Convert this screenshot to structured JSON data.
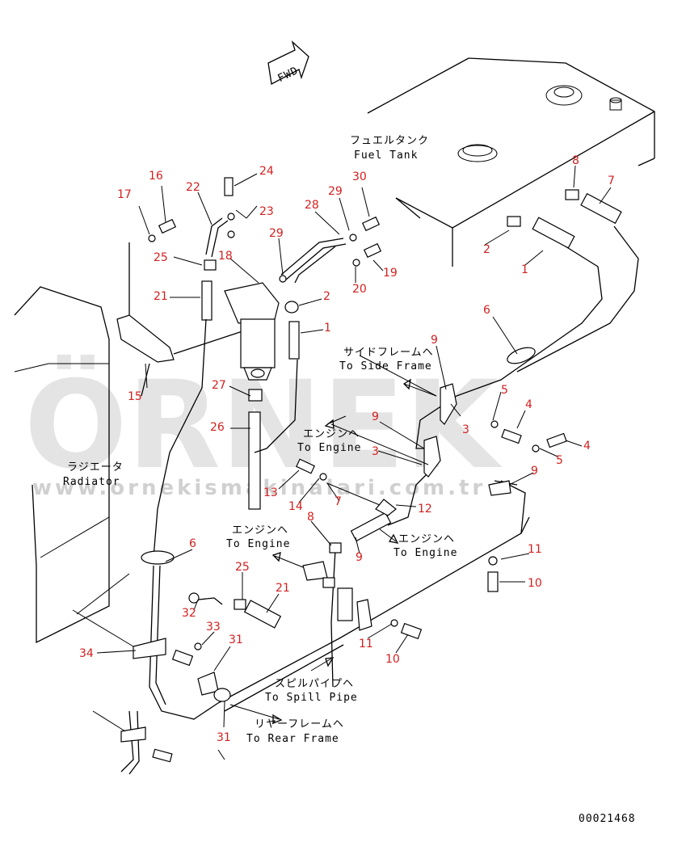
{
  "diagram": {
    "direction_arrow": "FWD",
    "drawing_number": "00021468",
    "watermark": {
      "brand": "ÖRNEK",
      "url": "www.ornekismakinalari.com.tr"
    },
    "labels": [
      {
        "id": "fuel-tank",
        "jp": "フュエルタンク",
        "en": "Fuel Tank"
      },
      {
        "id": "side-frame",
        "jp": "サイドフレームヘ",
        "en": "To Side Frame"
      },
      {
        "id": "to-engine-1",
        "jp": "エンジンヘ",
        "en": "To Engine"
      },
      {
        "id": "radiator",
        "jp": "ラジエータ",
        "en": "Radiator"
      },
      {
        "id": "to-engine-2",
        "jp": "エンジンヘ",
        "en": "To Engine"
      },
      {
        "id": "to-engine-3",
        "jp": "エンジンヘ",
        "en": "To Engine"
      },
      {
        "id": "spill-pipe",
        "jp": "スピルパイプヘ",
        "en": "To Spill Pipe"
      },
      {
        "id": "rear-frame",
        "jp": "リヤーフレームヘ",
        "en": "To Rear Frame"
      }
    ],
    "callouts": [
      "16",
      "17",
      "22",
      "24",
      "23",
      "28",
      "29",
      "30",
      "8",
      "7",
      "25",
      "18",
      "29",
      "19",
      "2",
      "20",
      "21",
      "2",
      "1",
      "1",
      "6",
      "15",
      "9",
      "27",
      "5",
      "4",
      "9",
      "26",
      "3",
      "3",
      "4",
      "5",
      "9",
      "13",
      "14",
      "7",
      "12",
      "6",
      "8",
      "9",
      "11",
      "25",
      "21",
      "10",
      "32",
      "33",
      "31",
      "11",
      "34",
      "10",
      "31"
    ]
  }
}
